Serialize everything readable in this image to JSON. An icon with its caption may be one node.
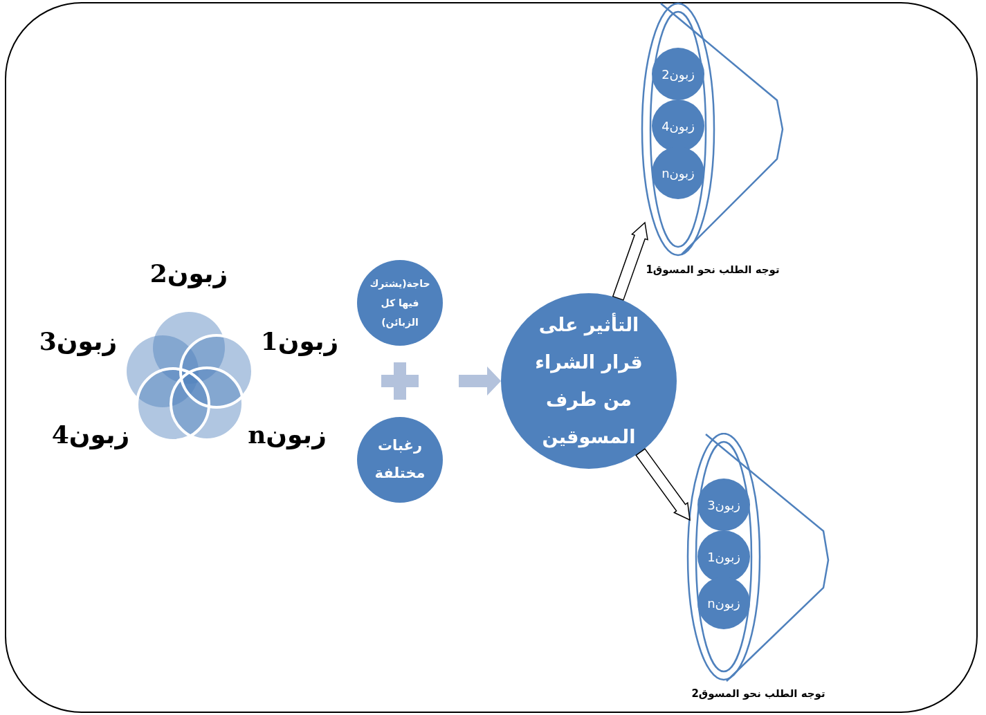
{
  "diagram": {
    "nodes": [
      {
        "text": [
          "حاجة(يشترك فيها كل الزبائن)"
        ]
      },
      {
        "text": [
          "رغبات مختلفة"
        ]
      },
      {
        "text": [
          "التأثير على قرار الشراء من طرف المسوقين"
        ]
      },
      {
        "text": [],
        "shape": "funnel",
        "beside": [
          "توجه الطلب نحو المسوق1"
        ]
      },
      {
        "text": [
          "زبون2"
        ],
        "in": 3
      },
      {
        "text": [
          "زبون4"
        ],
        "in": 3
      },
      {
        "text": [
          "زبونn"
        ],
        "in": 3
      },
      {
        "text": [],
        "shape": "funnel",
        "beside": [
          "توجه الطلب نحو المسوق2"
        ]
      },
      {
        "text": [
          "زبون3"
        ],
        "in": 7
      },
      {
        "text": [
          "زبون1"
        ],
        "in": 7
      },
      {
        "text": [
          "زبونn"
        ],
        "in": 7
      }
    ],
    "edges": [
      {
        "from": 2,
        "to": 3,
        "arrow": "to"
      },
      {
        "from": 2,
        "to": 7,
        "arrow": "to"
      },
      {
        "from": null,
        "to": 2,
        "arrow": "to",
        "color": "#b3c2dc"
      }
    ],
    "labels": [
      "زبون2",
      "زبون3",
      "زبون1",
      "زبون4",
      "زبونn"
    ]
  }
}
